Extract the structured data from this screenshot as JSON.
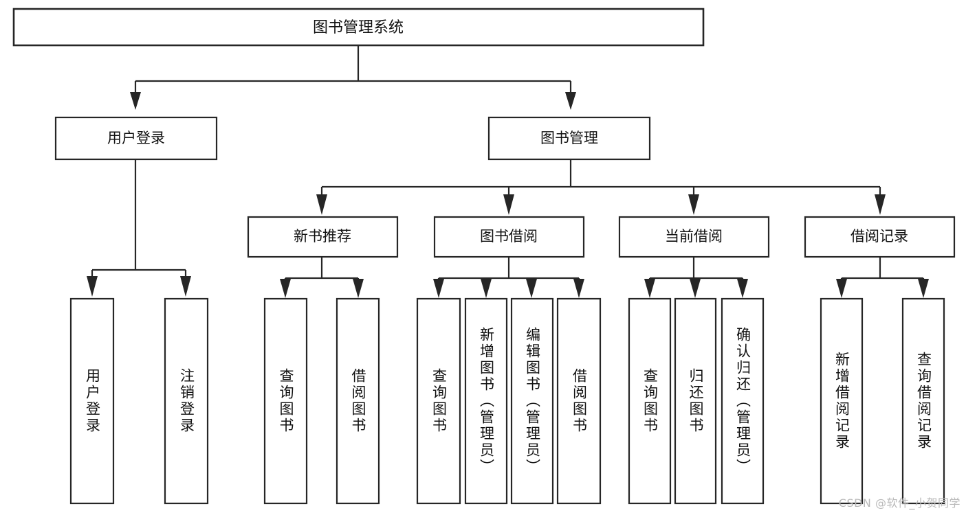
{
  "diagram": {
    "title": "图书管理系统",
    "type": "tree",
    "watermark": "CSDN @软件_小贺同学",
    "colors": {
      "stroke": "#262626",
      "fill": "#ffffff",
      "text": "#111111",
      "watermark": "#b9b9b9",
      "background": "#ffffff"
    },
    "root": {
      "label": "图书管理系统"
    },
    "level1": [
      {
        "label": "用户登录"
      },
      {
        "label": "图书管理"
      }
    ],
    "level2": [
      {
        "label": "新书推荐",
        "parent": "图书管理"
      },
      {
        "label": "图书借阅",
        "parent": "图书管理"
      },
      {
        "label": "当前借阅",
        "parent": "图书管理"
      },
      {
        "label": "借阅记录",
        "parent": "图书管理"
      }
    ],
    "leaves": {
      "user_login": [
        {
          "label": "用户登录"
        },
        {
          "label": "注销登录"
        }
      ],
      "new_book_recommend": [
        {
          "label": "查询图书"
        },
        {
          "label": "借阅图书"
        }
      ],
      "book_borrow": [
        {
          "label": "查询图书"
        },
        {
          "label": "新增图书（管理员）"
        },
        {
          "label": "编辑图书（管理员）"
        },
        {
          "label": "借阅图书"
        }
      ],
      "current_borrow": [
        {
          "label": "查询图书"
        },
        {
          "label": "归还图书"
        },
        {
          "label": "确认归还（管理员）"
        }
      ],
      "borrow_record": [
        {
          "label": "新增借阅记录"
        },
        {
          "label": "查询借阅记录"
        }
      ]
    }
  }
}
